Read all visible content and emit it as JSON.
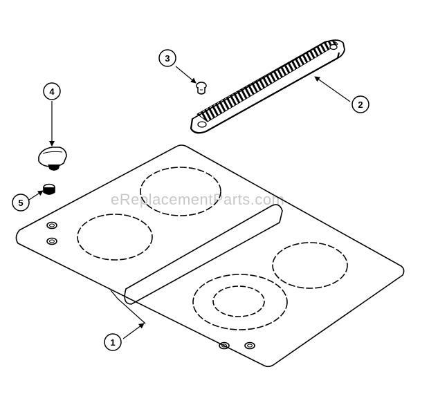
{
  "watermark": "eReplacementParts.com",
  "callouts": [
    {
      "id": "1"
    },
    {
      "id": "2"
    },
    {
      "id": "3"
    },
    {
      "id": "4"
    },
    {
      "id": "5"
    }
  ]
}
